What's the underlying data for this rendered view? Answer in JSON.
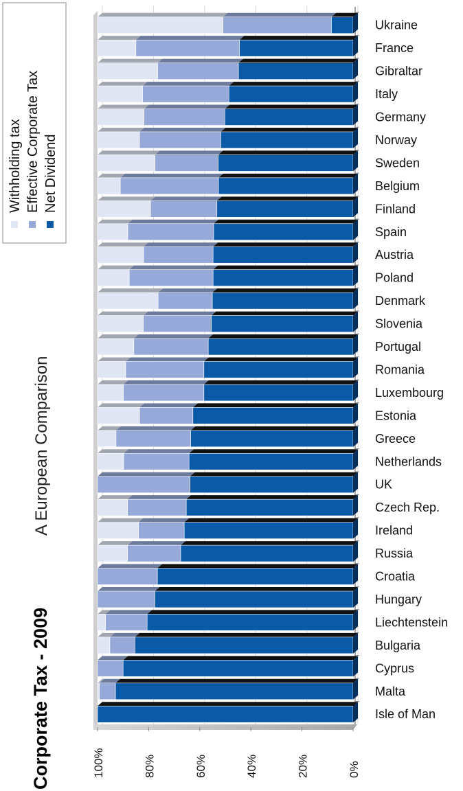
{
  "chart_data": {
    "type": "bar",
    "stacked": true,
    "orientation": "horizontal",
    "title": "Corporate Tax - 2009",
    "subtitle": "A European Comparison",
    "xlim": [
      0,
      100
    ],
    "x_ticks": [
      "100%",
      "80%",
      "60%",
      "40%",
      "20%",
      "0%"
    ],
    "x_tick_values": [
      100,
      80,
      60,
      40,
      20,
      0
    ],
    "grid": true,
    "legend_position": "top-left",
    "categories": [
      "Ukraine",
      "France",
      "Gibraltar",
      "Italy",
      "Germany",
      "Norway",
      "Sweden",
      "Belgium",
      "Finland",
      "Spain",
      "Austria",
      "Poland",
      "Denmark",
      "Slovenia",
      "Portugal",
      "Romania",
      "Luxembourg",
      "Estonia",
      "Greece",
      "Netherlands",
      "UK",
      "Czech Rep.",
      "Ireland",
      "Russia",
      "Croatia",
      "Hungary",
      "Liechtenstein",
      "Bulgaria",
      "Cyprus",
      "Malta",
      "Isle of Man"
    ],
    "series": [
      {
        "name": "Net Dividend",
        "color": "#0b5aa8",
        "values": [
          8.5,
          44.5,
          44.9,
          48.6,
          50.2,
          51.8,
          52.8,
          52.7,
          53.3,
          54.6,
          54.8,
          54.8,
          55.1,
          55.5,
          56.7,
          58.4,
          58.4,
          62.7,
          63.6,
          64.2,
          63.8,
          65.3,
          66.1,
          67.5,
          76.6,
          77.6,
          80.6,
          85.4,
          90.0,
          93.0,
          100.0
        ]
      },
      {
        "name": "Effective Corporate Tax",
        "color": "#96a9d9",
        "values": [
          42.4,
          40.5,
          31.6,
          33.8,
          31.6,
          31.8,
          24.7,
          38.4,
          26.0,
          33.6,
          27.2,
          32.8,
          21.2,
          26.6,
          29.1,
          30.6,
          31.5,
          20.9,
          29.2,
          25.6,
          36.2,
          23.0,
          17.9,
          20.8,
          23.4,
          22.4,
          16.3,
          9.8,
          10.0,
          6.3,
          0.0
        ]
      },
      {
        "name": "Withholding tax",
        "color": "#e1e6f5",
        "values": [
          49.1,
          15.0,
          23.5,
          17.6,
          18.2,
          16.4,
          22.5,
          8.9,
          20.7,
          11.8,
          18.0,
          12.4,
          23.7,
          17.9,
          14.2,
          11.0,
          10.1,
          16.4,
          7.2,
          10.2,
          0.0,
          11.7,
          16.0,
          11.7,
          0.0,
          0.0,
          3.1,
          4.8,
          0.0,
          0.7,
          0.0
        ]
      }
    ]
  }
}
